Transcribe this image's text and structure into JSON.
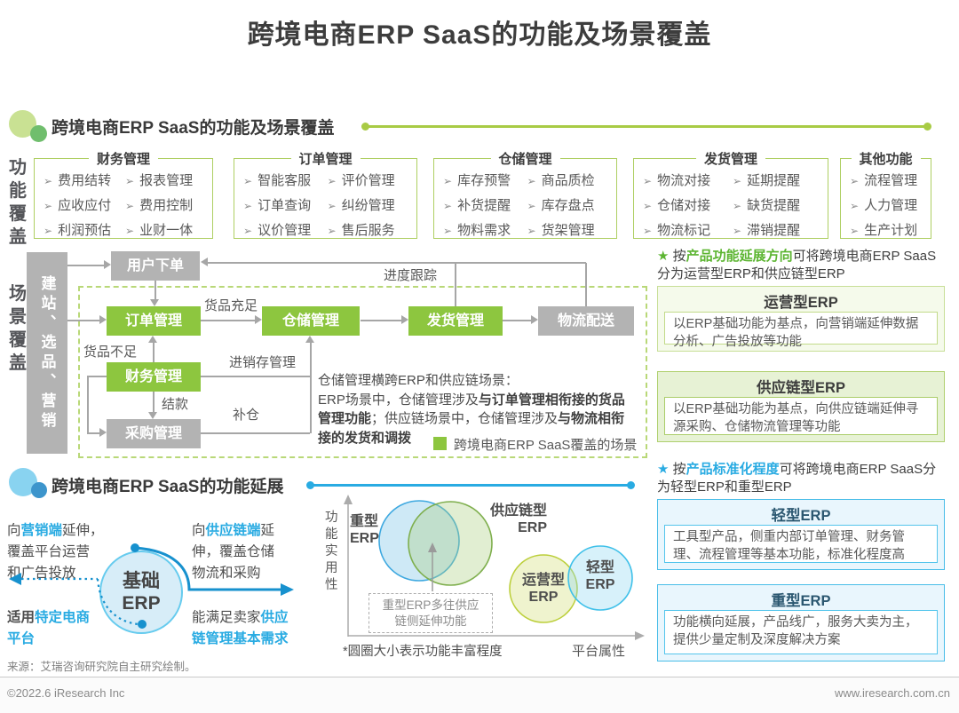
{
  "page_title": "跨境电商ERP SaaS的功能及场景覆盖",
  "section1": {
    "heading": "跨境电商ERP SaaS的功能及场景覆盖",
    "side_label": "功能覆盖",
    "groups": [
      {
        "title": "财务管理",
        "items": [
          "费用结转",
          "报表管理",
          "应收应付",
          "费用控制",
          "利润预估",
          "业财一体"
        ]
      },
      {
        "title": "订单管理",
        "items": [
          "智能客服",
          "评价管理",
          "订单查询",
          "纠纷管理",
          "议价管理",
          "售后服务"
        ]
      },
      {
        "title": "仓储管理",
        "items": [
          "库存预警",
          "商品质检",
          "补货提醒",
          "库存盘点",
          "物料需求",
          "货架管理"
        ]
      },
      {
        "title": "发货管理",
        "items": [
          "物流对接",
          "延期提醒",
          "仓储对接",
          "缺货提醒",
          "物流标记",
          "滞销提醒"
        ]
      },
      {
        "title": "其他功能",
        "items": [
          "流程管理",
          "人力管理",
          "生产计划"
        ]
      }
    ]
  },
  "scene": {
    "side_label": "场景覆盖",
    "pipeline_label": "建站、选品、营销",
    "nodes": {
      "user_order": "用户下单",
      "order": "订单管理",
      "warehouse": "仓储管理",
      "shipping": "发货管理",
      "logistics": "物流配送",
      "finance": "财务管理",
      "purchase": "采购管理"
    },
    "edge_labels": {
      "progress": "进度跟踪",
      "stock_enough": "货品充足",
      "stock_short": "货品不足",
      "psi": "进销存管理",
      "settle": "结款",
      "restock": "补仓"
    },
    "note": [
      [
        "仓储管理横跨ERP和供应链场景：",
        "n"
      ],
      [
        "\n",
        "br"
      ],
      [
        "ERP场景中，仓储管理涉及",
        "n"
      ],
      [
        "与订单管理相衔接的货品",
        "b"
      ],
      [
        "\n",
        "br"
      ],
      [
        "管理功能",
        "b"
      ],
      [
        "；供应链场景中，仓储管理涉及",
        "n"
      ],
      [
        "与物流相衔",
        "b"
      ],
      [
        "\n",
        "br"
      ],
      [
        "接的发货和调拨",
        "b"
      ]
    ],
    "legend": "跨境电商ERP SaaS覆盖的场景"
  },
  "right_green": {
    "intro": [
      [
        "★ ",
        "g"
      ],
      [
        "按",
        "n"
      ],
      [
        "产品功能延展方向",
        "g"
      ],
      [
        "可将跨境电商ERP  SaaS",
        "n"
      ],
      [
        "\n",
        "br"
      ],
      [
        "分为运营型ERP和供应链型ERP",
        "n"
      ]
    ],
    "cards": [
      {
        "title": "运营型ERP",
        "desc": "以ERP基础功能为基点，向营销端延伸数据分析、广告投放等功能"
      },
      {
        "title": "供应链型ERP",
        "desc": "以ERP基础功能为基点，向供应链端延伸寻源采购、仓储物流管理等功能"
      }
    ]
  },
  "right_blue": {
    "intro": [
      [
        "★ ",
        "bl"
      ],
      [
        "按",
        "n"
      ],
      [
        "产品标准化程度",
        "bl"
      ],
      [
        "可将跨境电商ERP  SaaS分",
        "n"
      ],
      [
        "\n",
        "br"
      ],
      [
        "为轻型ERP和重型ERP",
        "n"
      ]
    ],
    "cards": [
      {
        "title": "轻型ERP",
        "desc": "工具型产品，侧重内部订单管理、财务管理、流程管理等基本功能，标准化程度高"
      },
      {
        "title": "重型ERP",
        "desc": "功能横向延展，产品线广，服务大卖为主，提供少量定制及深度解决方案"
      }
    ]
  },
  "section2": {
    "heading": "跨境电商ERP SaaS的功能延展",
    "marketing_text": [
      [
        "向",
        "n"
      ],
      [
        "营销端",
        "bl"
      ],
      [
        "延伸，",
        "n"
      ],
      [
        "\n",
        "br"
      ],
      [
        "覆盖平台运营",
        "n"
      ],
      [
        "\n",
        "br"
      ],
      [
        "和广告投放",
        "n"
      ]
    ],
    "supply_text": [
      [
        "向",
        "n"
      ],
      [
        "供应链端",
        "bl"
      ],
      [
        "延",
        "n"
      ],
      [
        "\n",
        "br"
      ],
      [
        "伸，覆盖仓储",
        "n"
      ],
      [
        "\n",
        "br"
      ],
      [
        "物流和采购",
        "n"
      ]
    ],
    "platform_text": [
      [
        "适用",
        "n"
      ],
      [
        "特定电商",
        "bl"
      ],
      [
        "\n",
        "br"
      ],
      [
        "平台",
        "bl"
      ]
    ],
    "supply_need_text": [
      [
        "能满足卖家",
        "n"
      ],
      [
        "供应",
        "bl"
      ],
      [
        "\n",
        "br"
      ],
      [
        "链管理基本需求",
        "bl"
      ]
    ],
    "base_erp_line1": "基础",
    "base_erp_line2": "ERP"
  },
  "venn": {
    "y_axis_label": "功能实用性",
    "x_axis_label": "平台属性",
    "heavy_label1": "重型",
    "heavy_label2": "ERP",
    "supply_label1": "供应链型",
    "supply_label2": "ERP",
    "operation_label1": "运营型",
    "operation_label2": "ERP",
    "light_label1": "轻型",
    "light_label2": "ERP",
    "annotation_line1": "重型ERP多往供应",
    "annotation_line2": "链侧延伸功能",
    "footnote": "*圆圈大小表示功能丰富程度"
  },
  "source_line": "来源：艾瑞咨询研究院自主研究绘制。",
  "footer": {
    "left": "©2022.6 iResearch Inc",
    "right": "www.iresearch.com.cn"
  },
  "colors": {
    "green_accent": "#8DC63F",
    "green_line": "#A8CB45",
    "blue_accent": "#29ABE2",
    "gray_box": "#B3B3B3",
    "dark_text": "#3D3D3D"
  }
}
